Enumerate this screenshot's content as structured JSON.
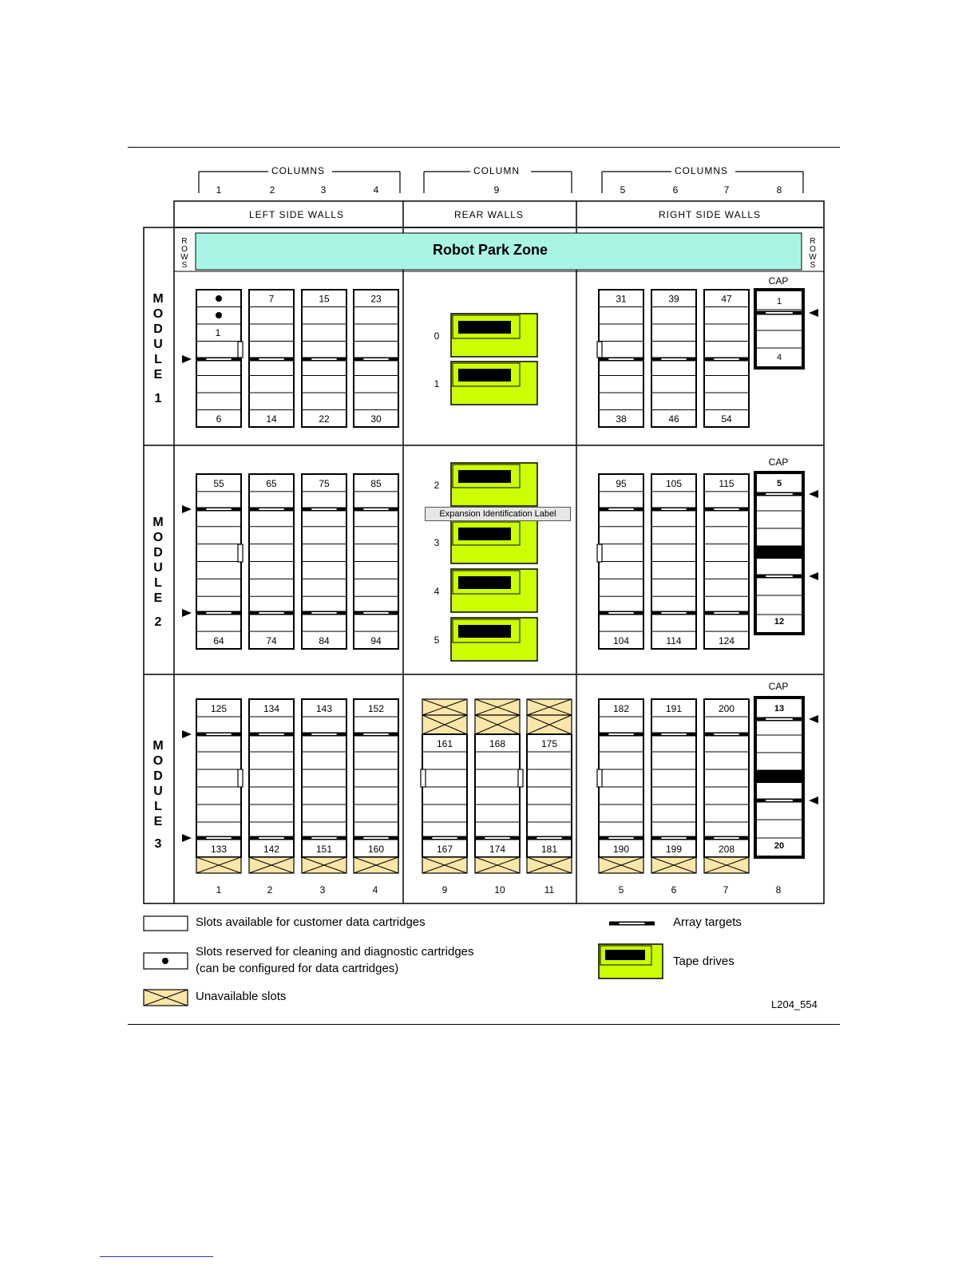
{
  "header": {
    "columns_left": "COLUMNS",
    "columns_left_nums": [
      "1",
      "2",
      "3",
      "4"
    ],
    "column_center": "COLUMN",
    "column_center_num": "9",
    "columns_right": "COLUMNS",
    "columns_right_nums": [
      "5",
      "6",
      "7",
      "8"
    ],
    "left_side_walls": "LEFT SIDE WALLS",
    "rear_walls": "REAR WALLS",
    "right_side_walls": "RIGHT SIDE WALLS",
    "rows": "ROWS",
    "robot_park_zone": "Robot Park Zone",
    "cap": "CAP"
  },
  "modules": [
    {
      "label": "MODULE",
      "number": "1",
      "left_columns": [
        {
          "top": "",
          "bottom": "6",
          "reserved": 2,
          "second": "1"
        },
        {
          "top": "7",
          "bottom": "14"
        },
        {
          "top": "15",
          "bottom": "22"
        },
        {
          "top": "23",
          "bottom": "30"
        }
      ],
      "right_columns": [
        {
          "top": "31",
          "bottom": "38"
        },
        {
          "top": "39",
          "bottom": "46"
        },
        {
          "top": "47",
          "bottom": "54"
        }
      ],
      "cap": {
        "top": "1",
        "bottom": "4"
      },
      "drives": [
        "0",
        "1"
      ]
    },
    {
      "label": "MODULE",
      "number": "2",
      "left_columns": [
        {
          "top": "55",
          "bottom": "64"
        },
        {
          "top": "65",
          "bottom": "74"
        },
        {
          "top": "75",
          "bottom": "84"
        },
        {
          "top": "85",
          "bottom": "94"
        }
      ],
      "right_columns": [
        {
          "top": "95",
          "bottom": "104"
        },
        {
          "top": "105",
          "bottom": "114"
        },
        {
          "top": "115",
          "bottom": "124"
        }
      ],
      "cap": {
        "top": "5",
        "bottom": "12"
      },
      "drives": [
        "2",
        "3",
        "4",
        "5"
      ],
      "tooltip": "Expansion Identification Label"
    },
    {
      "label": "MODULE",
      "number": "3",
      "left_columns": [
        {
          "top": "125",
          "bottom": "133"
        },
        {
          "top": "134",
          "bottom": "142"
        },
        {
          "top": "143",
          "bottom": "151"
        },
        {
          "top": "152",
          "bottom": "160"
        }
      ],
      "rear_columns": [
        {
          "top": "161",
          "bottom": "167"
        },
        {
          "top": "168",
          "bottom": "174"
        },
        {
          "top": "175",
          "bottom": "181"
        }
      ],
      "right_columns": [
        {
          "top": "182",
          "bottom": "190"
        },
        {
          "top": "191",
          "bottom": "199"
        },
        {
          "top": "200",
          "bottom": "208"
        }
      ],
      "cap": {
        "top": "13",
        "bottom": "20"
      }
    }
  ],
  "bottom_columns": {
    "left": [
      "1",
      "2",
      "3",
      "4"
    ],
    "rear": [
      "9",
      "10",
      "11"
    ],
    "right": [
      "5",
      "6",
      "7",
      "8"
    ]
  },
  "legend": {
    "available": "Slots available for customer data cartridges",
    "reserved_line1": "Slots reserved for cleaning and diagnostic cartridges",
    "reserved_line2": "(can be configured for data cartridges)",
    "unavailable": "Unavailable slots",
    "array_targets": "Array targets",
    "tape_drives": "Tape drives"
  },
  "figure_id": "L204_554",
  "colors": {
    "park_zone": "#a8f5e6",
    "tape_drive": "#ccff00",
    "unavailable": "#fae6a8"
  }
}
